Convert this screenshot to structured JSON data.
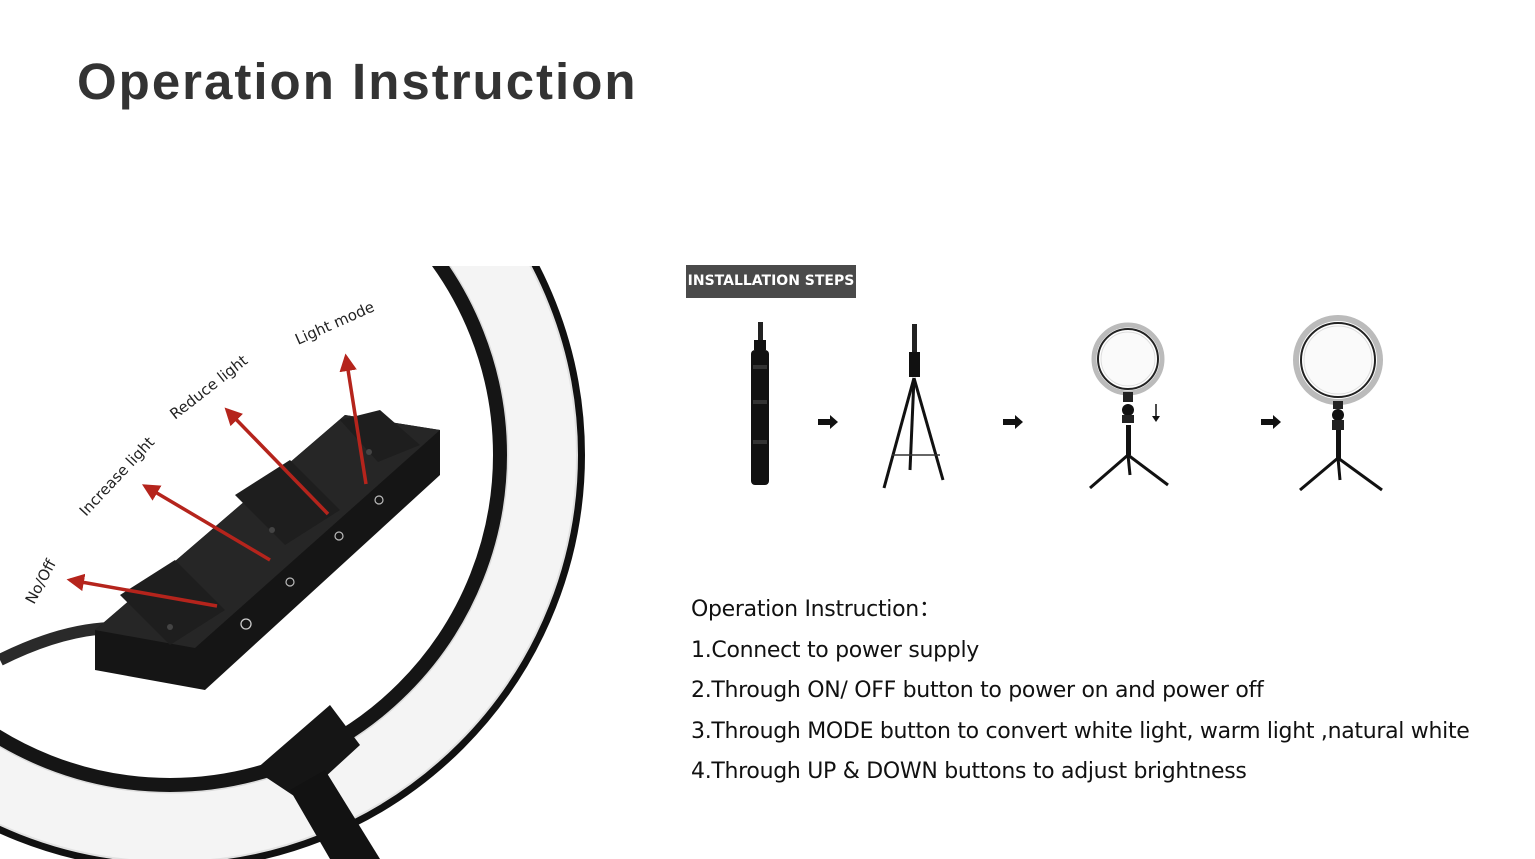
{
  "title": "Operation Instruction",
  "ring_labels": {
    "on_off": "No/Off",
    "increase": "Increase light",
    "reduce": "Reduce light",
    "mode": "Light mode"
  },
  "installation": {
    "badge": "INSTALLATION STEPS"
  },
  "instructions": {
    "heading": "Operation Instruction：",
    "steps": [
      "1.Connect to power supply",
      "2.Through ON/ OFF button to power on and power off",
      "3.Through MODE button to convert white light, warm light ,natural white",
      "4.Through UP & DOWN buttons to adjust brightness"
    ]
  },
  "colors": {
    "title": "#333333",
    "arrow": "#b5241c",
    "badge_bg": "#4a4a4a"
  }
}
